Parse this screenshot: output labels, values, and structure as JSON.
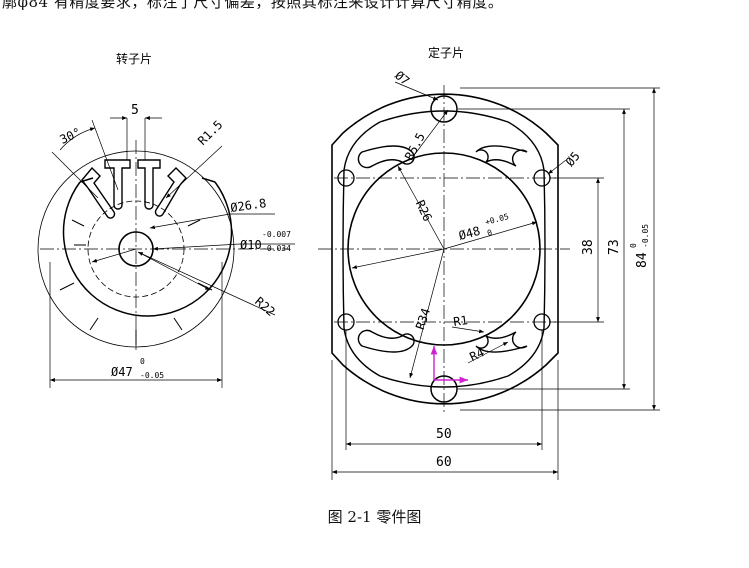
{
  "header_text": "廓φ84 有精度要求，标注了尺寸偏差，按照其标注来设计计算尺寸精度。",
  "caption": "图 2-1  零件图",
  "rotor": {
    "title": "转子片",
    "dim_slot_width": "5",
    "dim_angle": "30°",
    "dim_r1_5": "R1.5",
    "dim_d26_8": "Ø26.8",
    "dim_d10": "Ø10",
    "dim_d10_upper": "-0.007",
    "dim_d10_lower": "-0.034",
    "dim_r22": "R22",
    "dim_d47": "Ø47",
    "dim_d47_upper": "0",
    "dim_d47_lower": "-0.05"
  },
  "stator": {
    "title": "定子片",
    "dim_d7": "Ø7",
    "dim_r5_5": "R5.5",
    "dim_d5": "Ø5",
    "dim_r26": "R26",
    "dim_d48": "Ø48",
    "dim_d48_upper": "+0.05",
    "dim_d48_lower": "0",
    "dim_38": "38",
    "dim_73": "73",
    "dim_84": "84",
    "dim_84_upper": "0",
    "dim_84_lower": "-0.05",
    "dim_r34": "R34",
    "dim_r1": "R1",
    "dim_r4": "R4",
    "dim_50": "50",
    "dim_60": "60"
  },
  "colors": {
    "line": "#000000",
    "axis_marker": "#d020d0"
  }
}
